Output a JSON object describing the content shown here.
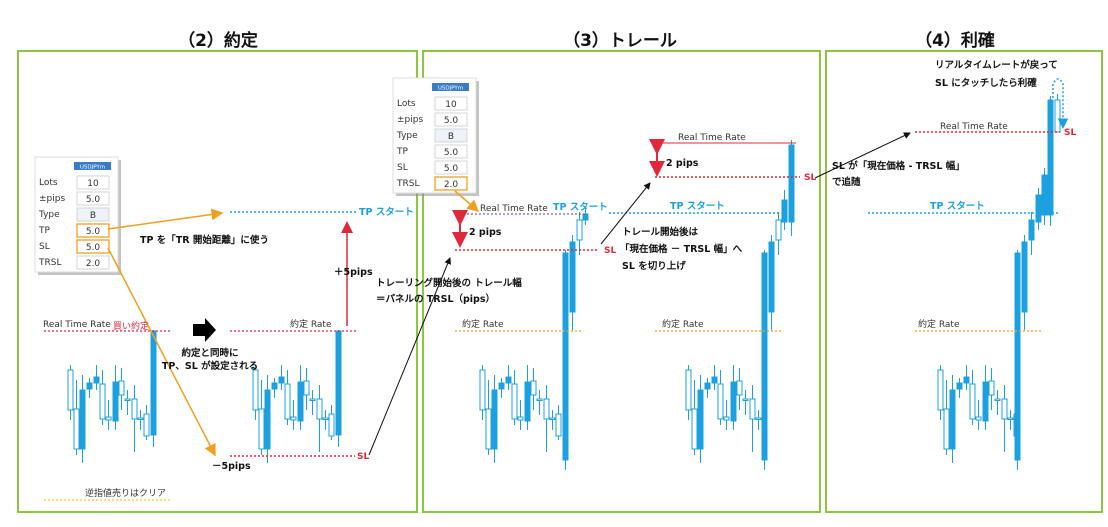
{
  "titles": {
    "p2": "（2）約定",
    "p3": "（3）トレール",
    "p4": "（4）利確"
  },
  "panel_widget": {
    "symbol": "USDJPYm",
    "rows": [
      {
        "label": "Lots",
        "value": "10"
      },
      {
        "label": "±pips",
        "value": "5.0"
      },
      {
        "label": "Type",
        "value": "B"
      },
      {
        "label": "TP",
        "value": "5.0"
      },
      {
        "label": "SL",
        "value": "5.0"
      },
      {
        "label": "TRSL",
        "value": "2.0"
      }
    ]
  },
  "labels": {
    "real_time_rate": "Real Time Rate",
    "buy_fill": "買い約定",
    "fill_rate": "約定 Rate",
    "tp_start": "TP スタート",
    "sl": "SL",
    "plus5": "＋5pips",
    "minus5": "－5pips",
    "two_pips": "2 pips",
    "tp_usage": "TP を「TR 開始距離」に使う",
    "set_at_fill_1": "約定と同時に",
    "set_at_fill_2": "TP、SL が設定される",
    "stop_cleared": "逆指値売りはクリア",
    "trail_width_1": "トレーリング開始後の トレール幅",
    "trail_width_2": "＝パネルの TRSL（pips）",
    "trail_raise_1": "トレール開始後は",
    "trail_raise_2": "「現在価格 － TRSL 幅」へ",
    "trail_raise_3": "SL を切り上げ",
    "follow_1": "SL が「現在価格 - TRSL 幅」",
    "follow_2": "で追随",
    "profit_1": "リアルタイムレートが戻って",
    "profit_2": "SL にタッチしたら利確"
  },
  "colors": {
    "frame": "#8cc63f",
    "candle": "#1ca0e0",
    "red": "#e0283c",
    "orange": "#f0a020",
    "tp": "#1ca0e0"
  }
}
